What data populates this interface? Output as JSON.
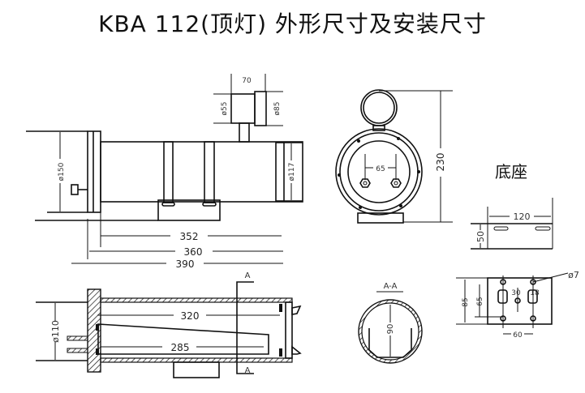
{
  "title": "KBA 112(顶灯) 外形尺寸及安装尺寸",
  "side_view": {
    "top_width": "70",
    "dia_55": "ø55",
    "dia_85": "ø85",
    "dia_150": "ø150",
    "dia_117": "ø117",
    "len_352": "352",
    "len_360": "360",
    "len_390": "390"
  },
  "front_view": {
    "height": "230",
    "spacing": "65"
  },
  "base": {
    "title": "底座",
    "width": "120",
    "height": "50"
  },
  "section_view": {
    "dia_110": "ø110",
    "len_320": "320",
    "len_285": "285",
    "cut_top": "A",
    "cut_bottom": "A"
  },
  "section_aa": {
    "label": "A-A",
    "dim": "90"
  },
  "plate": {
    "h85": "85",
    "h65": "65",
    "w30": "30",
    "w18": "18",
    "hole": "ø7",
    "w60": "60"
  }
}
